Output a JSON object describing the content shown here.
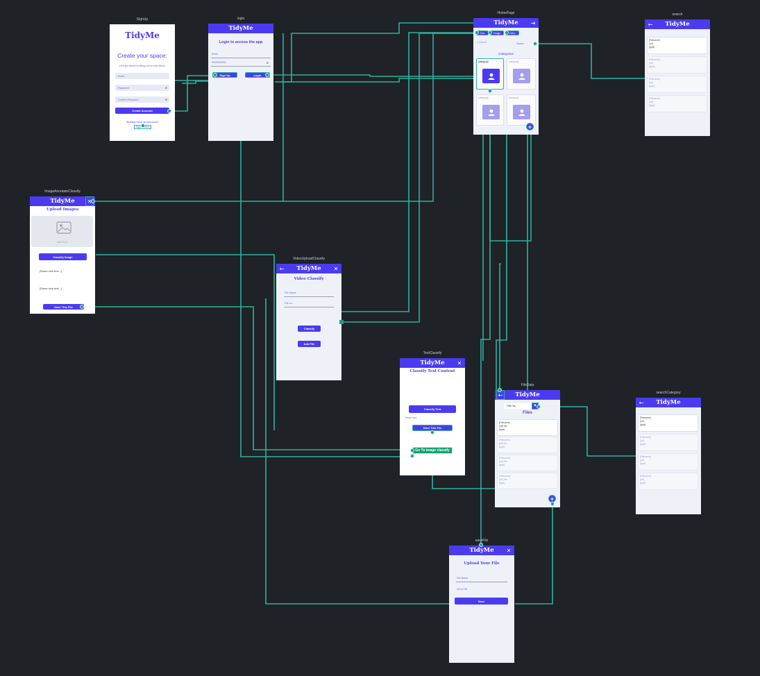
{
  "app_name": "TidyMe",
  "colors": {
    "brand": "#4b3bf0",
    "connector": "#2bb3a0",
    "canvas": "#1f2226"
  },
  "frames": {
    "signup": {
      "label": "SignUp",
      "logo": "TidyMe",
      "title": "Create your space:",
      "subtitle": "Let's get started by filling out the form below.",
      "email": "Email",
      "password": "Password",
      "confirm_password": "Confirm Password",
      "create_button": "Create Account",
      "already": "Already have an account?",
      "signin": "Sign In Here"
    },
    "login": {
      "label": "login",
      "header": "TidyMe",
      "title": "Login to access the app",
      "email": "Emile",
      "password": "PASSWORD",
      "signup_button": "Sign Up",
      "login_button": "Login"
    },
    "homepage": {
      "label": "HomePage",
      "header": "TidyMe",
      "tabs": [
        "Text",
        "Image",
        "Video"
      ],
      "search_placeholder": "Search",
      "search_button": "Search",
      "section_title": "Categories",
      "categories": [
        "[category]",
        "[category]",
        "[category]",
        "[category]"
      ],
      "fab": "+"
    },
    "search": {
      "label": "search",
      "header": "TidyMe",
      "results": [
        {
          "name": "[Filename]",
          "url": "[url]",
          "type": "[type]"
        },
        {
          "name": "[Filename]",
          "url": "[url]",
          "type": "[type]"
        },
        {
          "name": "[Filename]",
          "url": "[url]",
          "type": "[type]"
        },
        {
          "name": "[Filename]",
          "url": "[url]",
          "type": "[type]"
        }
      ]
    },
    "image_annotate": {
      "label": "ImageAnnotateClassify",
      "header": "TidyMe",
      "title": "Upload Images",
      "add_photo": "Add Photo",
      "classify_button": "Classify Image",
      "text1": "[Some nice text...]",
      "text2": "[Some nice text...]",
      "save_button": "Save This File"
    },
    "video_upload": {
      "label": "VideoUploadClassify",
      "header": "TidyMe",
      "title": "Video Classify",
      "file_name": "File Name",
      "file_url": "File url",
      "classify_button": "Classify",
      "add_button": "Add File"
    },
    "text_classify": {
      "label": "TextClassify",
      "header": "TidyMe",
      "title": "Classify Text Content",
      "classify_button": "Classify Text",
      "result_label": "Result here",
      "save_button": "Save This File",
      "goto_button": "Go To image classify"
    },
    "file_data": {
      "label": "FileData",
      "header": "TidyMe",
      "filter": "Filter By",
      "section_title": "Files",
      "files": [
        {
          "name": "[Filename]",
          "url": "[Url] file",
          "type": "[type]"
        },
        {
          "name": "[Filename]",
          "url": "[Url] file",
          "type": "[type]"
        },
        {
          "name": "[Filename]",
          "url": "[Url] file",
          "type": "[type]"
        },
        {
          "name": "[Filename]",
          "url": "[Url] file",
          "type": "[type]"
        }
      ],
      "fab": "+"
    },
    "search_category": {
      "label": "searchCategory",
      "header": "TidyMe",
      "results": [
        {
          "name": "[Filename]",
          "url": "[url]",
          "type": "[type]"
        },
        {
          "name": "[Filename]",
          "url": "[url]",
          "type": "[type]"
        },
        {
          "name": "[Filename]",
          "url": "[url]",
          "type": "[type]"
        },
        {
          "name": "[Filename]",
          "url": "[url]",
          "type": "[type]"
        }
      ]
    },
    "save_file": {
      "label": "saveFile",
      "header": "TidyMe",
      "title": "Upload Your File",
      "file_name": "File Name",
      "file_url": "Url to File",
      "save_button": "Save"
    }
  }
}
